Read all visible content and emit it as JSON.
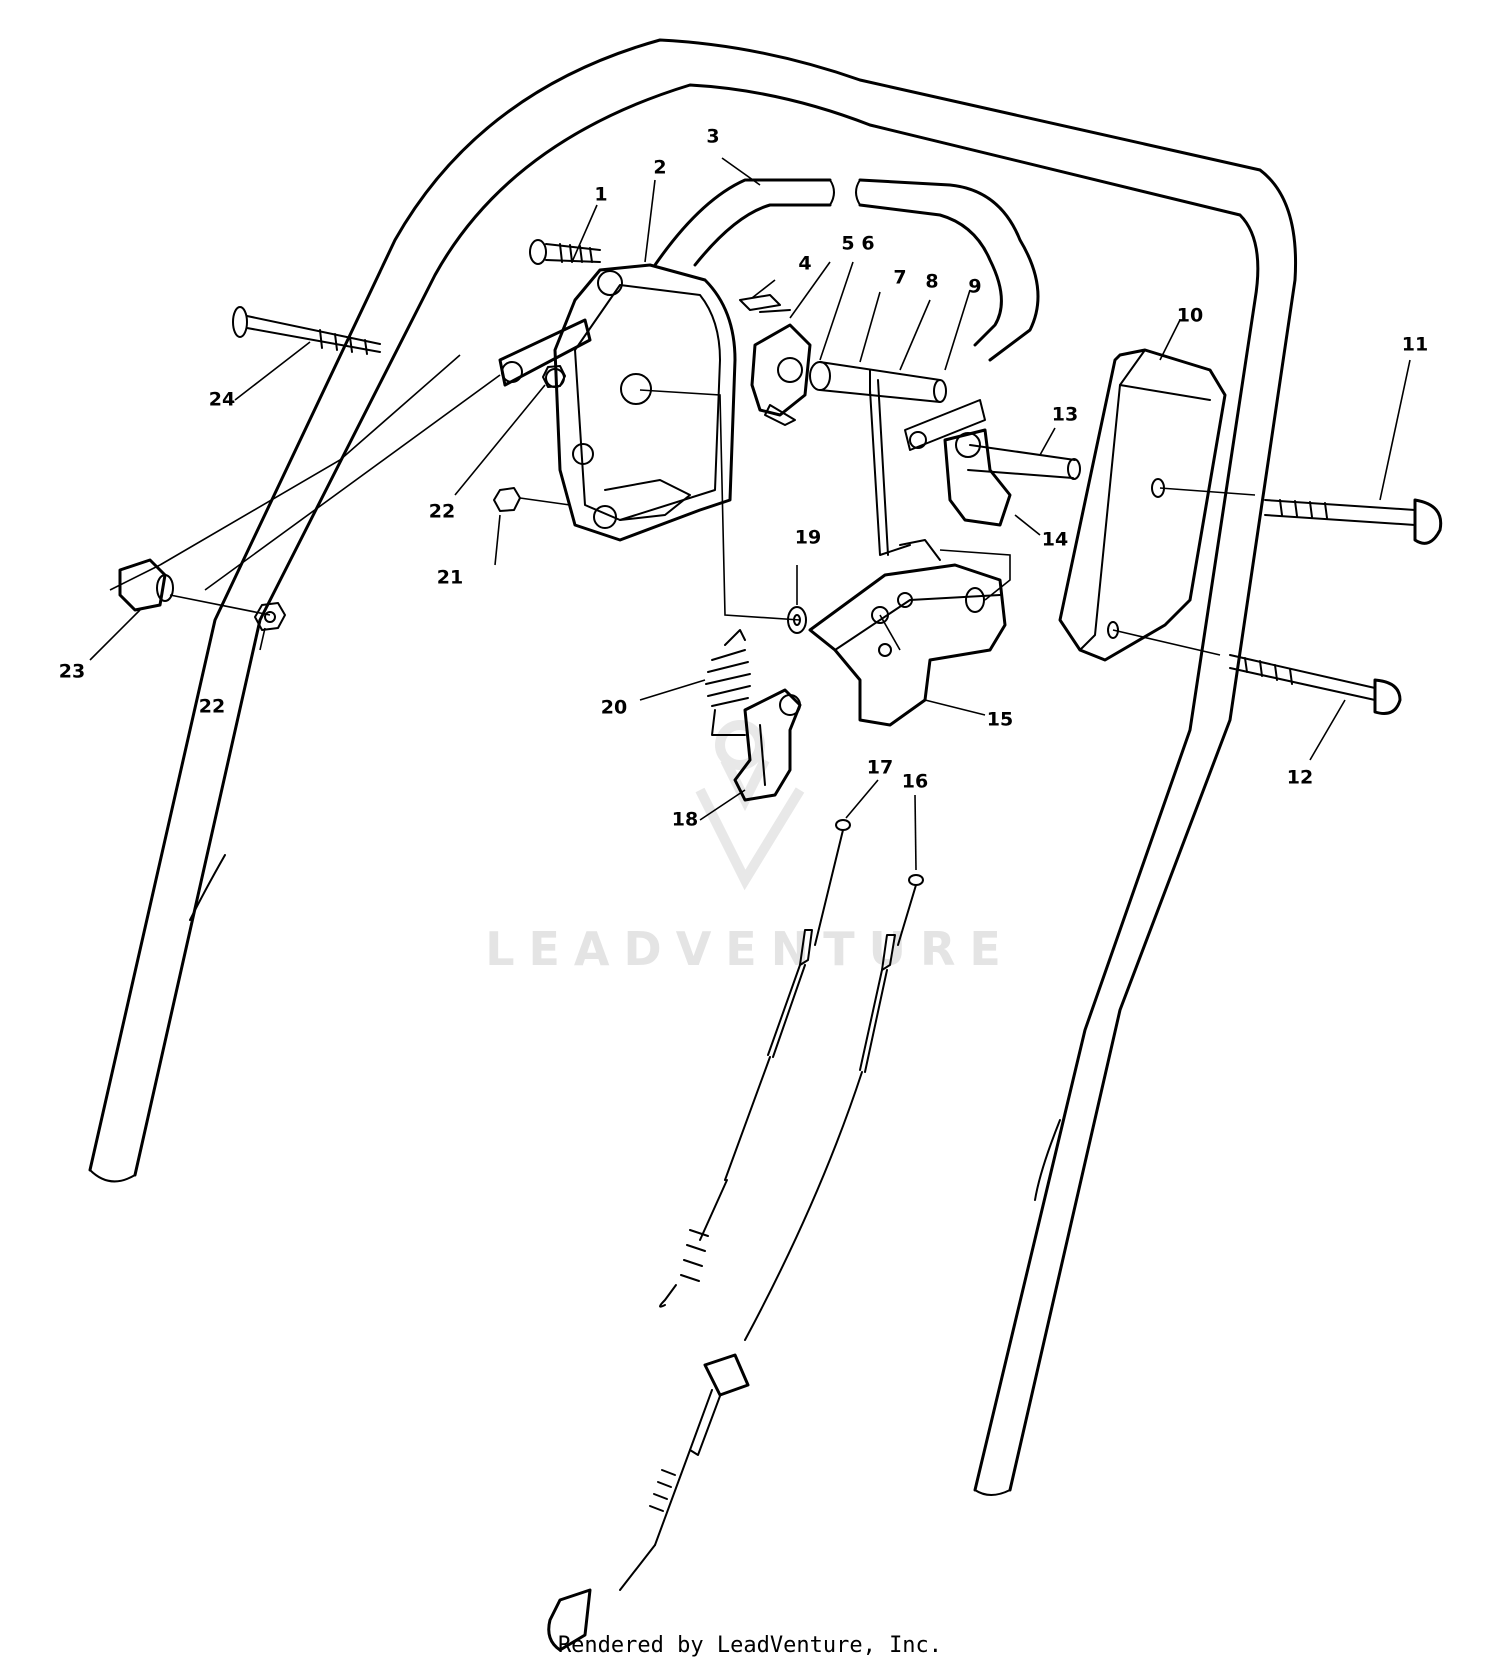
{
  "diagram": {
    "part_numbers": [
      "1",
      "2",
      "3",
      "4",
      "5",
      "6",
      "7",
      "8",
      "9",
      "10",
      "11",
      "12",
      "13",
      "14",
      "15",
      "16",
      "17",
      "18",
      "19",
      "20",
      "21",
      "22",
      "22",
      "23",
      "24"
    ],
    "watermark": "LEADVENTURE",
    "footer": "Rendered by LeadVenture, Inc."
  },
  "colors": {
    "line": "#000000",
    "background": "#ffffff",
    "watermark": "#e4e4e4"
  }
}
